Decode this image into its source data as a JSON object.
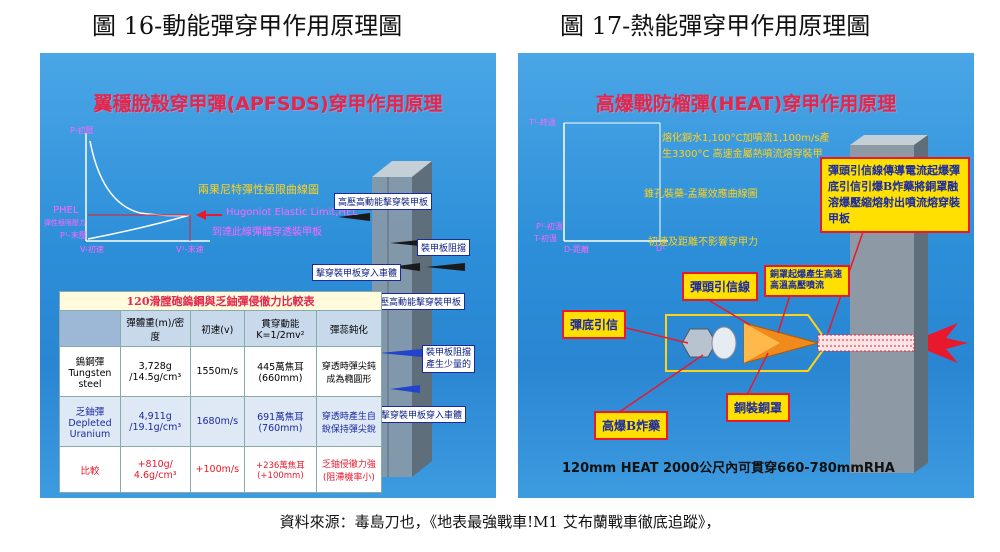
{
  "fig16_title": "圖 16-動能彈穿甲作用原理圖",
  "fig17_title": "圖 17-熱能彈穿甲作用原理圖",
  "caption": "資料來源：毒島刀也，《地表最強戰車!M1 艾布蘭戰車徹底追蹤》，",
  "apfsds": {
    "title": "翼穩脫殼穿甲彈(APFSDS)穿甲作用原理",
    "graph": {
      "p_top": "P-初壓",
      "phel": "PHEL",
      "phel_sub": "彈性極限壓力",
      "p1": "P¹-末壓",
      "v0": "V-初速",
      "v1": "V¹-末速"
    },
    "curve_label": "兩果尼特彈性極限曲線圖",
    "hel_label": "Hugoniot Elastic Limit,HEL",
    "hel_sub": "到達此線彈體穿透裝甲板",
    "labels": {
      "l1": "高壓高動能擊穿裝甲板",
      "l2": "裝甲板阻擋",
      "l3": "擊穿裝甲板穿入車體",
      "l4": "高壓高動能擊穿裝甲板",
      "l5a": "裝甲板阻擋",
      "l5b": "產生少量的",
      "l6": "擊穿裝甲板穿入車體"
    },
    "table": {
      "title": "120滑膛砲鎢鋼與乏鈾彈侵徹力比較表",
      "headers": [
        "",
        "彈體重(m)/密度",
        "初速(v)",
        "貫穿動能 K=1/2mv²",
        "彈蕊鈍化"
      ],
      "rows": [
        {
          "name": "鎢鋼彈 Tungsten steel",
          "weight": "3,728g /14.5g/cm³",
          "speed": "1550m/s",
          "energy": "445萬焦耳 (660mm)",
          "note": "穿透時彈尖鈍成為橢圓形"
        },
        {
          "name": "乏鈾彈 Depleted Uranium",
          "weight": "4,911g /19.1g/cm³",
          "speed": "1680m/s",
          "energy": "691萬焦耳 (760mm)",
          "note": "穿透時產生自銳保持彈尖銳"
        },
        {
          "name": "比較",
          "weight": "+810g/ 4.6g/cm³",
          "speed": "+100m/s",
          "energy": "+236萬焦耳 (+100mm)",
          "note": "乏鈾侵徹力強(阻滯機率小)"
        }
      ]
    }
  },
  "heat": {
    "title": "高爆戰防榴彈(HEAT)穿甲作用原理",
    "graph": {
      "t1": "T¹-終溫",
      "p1": "P¹-初溫",
      "t0": "T-初溫",
      "d0": "D-距離",
      "d1": "D¹"
    },
    "melt_line1": "熔化銅水1,100°C加噴流1,100m/s產",
    "melt_line2": "生3300°C 高速金屬熱噴流熔穿裝甲",
    "cone_label": "錐孔裝藥-孟羅效應曲線圖",
    "speed_label": "初速及距離不影響穿甲力",
    "fuse_label": "彈頭引信線",
    "base_fuse": "彈底引信",
    "hexp_label": "高爆B炸藥",
    "liner_label": "銅裝銅罩",
    "liner_top": "銅罩起爆產生高速高溫高壓噴流",
    "notice": "彈頭引信線傳導電流起爆彈底引信引爆B炸藥將銅罩融溶爆壓縮熔射出噴流熔穿裝甲板",
    "bottom": "120mm HEAT 2000公尺內可貫穿660-780mmRHA"
  },
  "colors": {
    "accent_red": "#e8192c",
    "yellow": "#ffd21a",
    "magenta": "#ff66ff",
    "panel_blue": "#2c8ed8"
  }
}
